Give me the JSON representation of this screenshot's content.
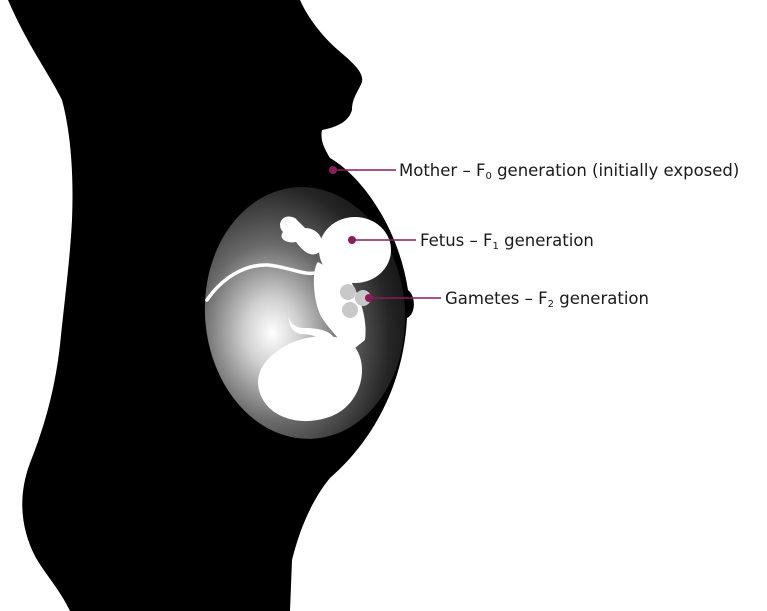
{
  "labels": {
    "mother": {
      "name": "Mother",
      "dash": "–",
      "generation": "F",
      "subscript": "0",
      "suffix": "generation (initially exposed)"
    },
    "fetus": {
      "name": "Fetus",
      "dash": "–",
      "generation": "F",
      "subscript": "1",
      "suffix": "generation"
    },
    "gametes": {
      "name": "Gametes",
      "dash": "–",
      "generation": "F",
      "subscript": "2",
      "suffix": "generation"
    }
  },
  "colors": {
    "silhouette": "#000000",
    "leader_line": "#8a1c5b",
    "fetus": "#ffffff",
    "gametes": "#c8c8c8",
    "text": "#1a1a1a"
  }
}
